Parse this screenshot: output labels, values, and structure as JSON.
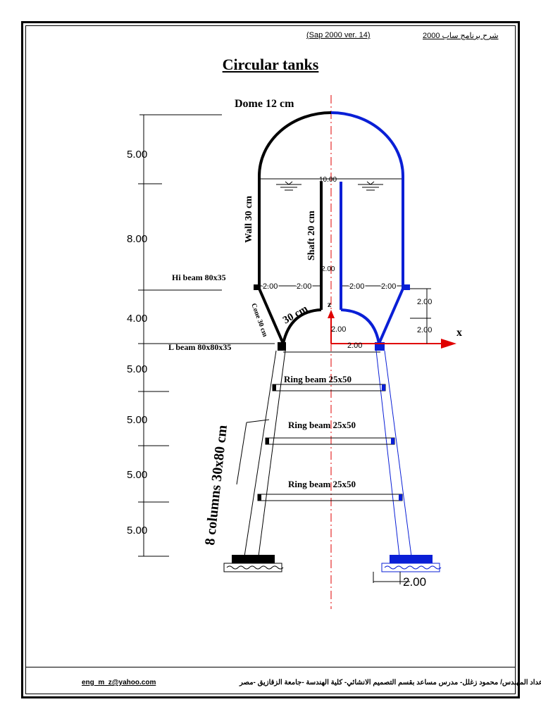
{
  "header": {
    "arabic_text": "شرح برنامج ساب 2000",
    "version_text": "(Sap 2000 ver. 14)"
  },
  "title": "Circular tanks",
  "drawing": {
    "dome_label": "Dome 12 cm",
    "wall_label": "Wall 30 cm",
    "shaft_label": "Shaft 20 cm",
    "cone_label": "Cone 30 cm",
    "cone_thickness_label": "30 cm",
    "hibeam_label": "Hi beam 80x35",
    "lbeam_label": "L beam 80x80x35",
    "ring_beams": [
      "Ring beam 25x50",
      "Ring beam 25x50",
      "Ring beam 25x50"
    ],
    "columns_label": "8 columns 30x80 cm",
    "water_level": "10.00",
    "axis_z": "z",
    "axis_x": "x",
    "left_dims": [
      "5.00",
      "8.00",
      "4.00",
      "5.00",
      "5.00",
      "5.00",
      "5.00"
    ],
    "inner_dims": {
      "left_a": "2.00",
      "left_b": "2.00",
      "right_a": "2.00",
      "right_b": "2.00",
      "shaft_height": "2.00",
      "right_upper": "2.00",
      "right_lower": "2.00",
      "bottom_left": "2.00",
      "bottom_right": "2.00",
      "footing": "2.00"
    },
    "colors": {
      "left_side": "#000000",
      "right_side": "#0a1fd6",
      "axis": "#e00000"
    }
  },
  "footer": {
    "email": "eng_m_z@yahoo.com",
    "arabic_credit": "إعداد المهندس/ محمود زغلل- مدرس مساعد بقسم التصميم الانشائي- كلية الهندسة -جامعة الزقازيق -مصر"
  }
}
